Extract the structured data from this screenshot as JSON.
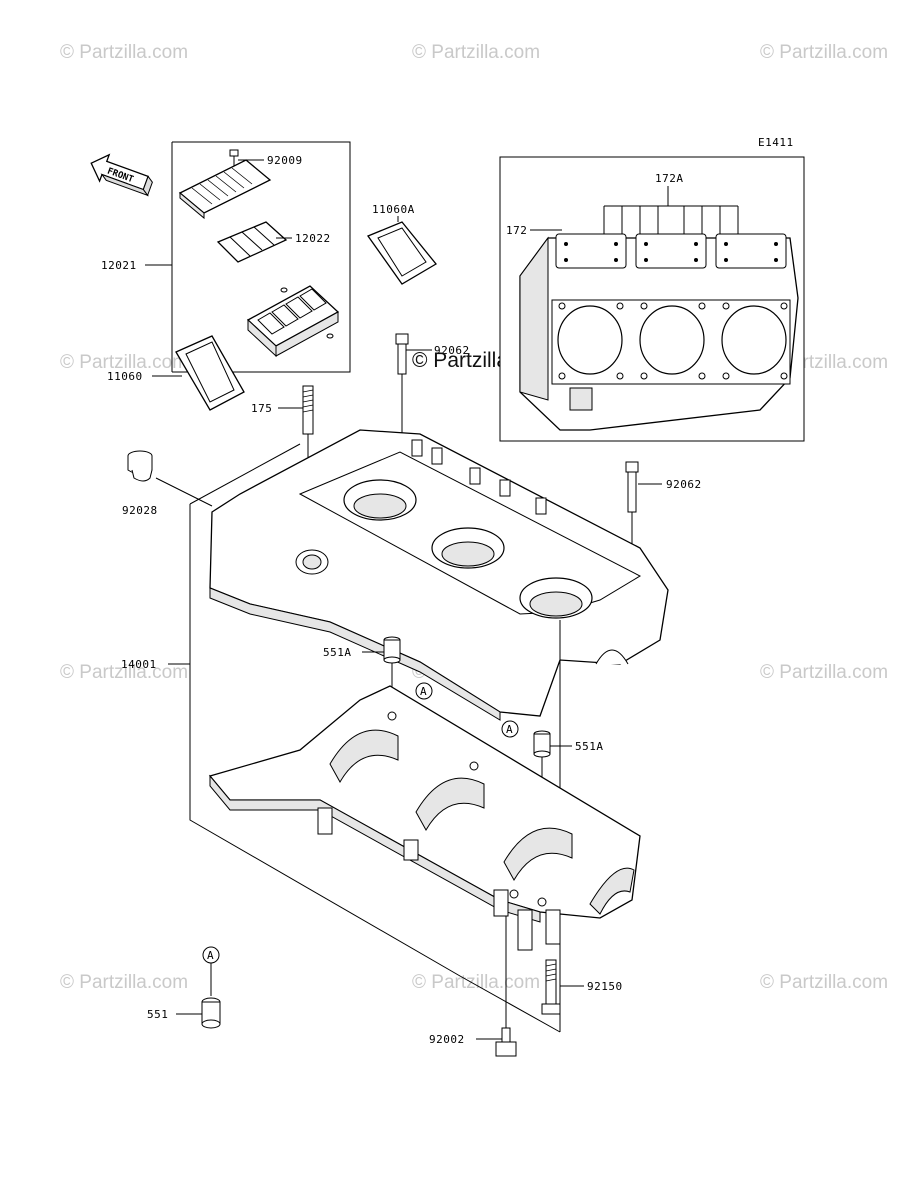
{
  "diagram": {
    "code": "E1411",
    "front_label": "FRONT",
    "callouts": {
      "p92009": "92009",
      "p12022": "12022",
      "p12021": "12021",
      "p11060A": "11060A",
      "p11060": "11060",
      "p92062_top": "92062",
      "p175": "175",
      "p92028": "92028",
      "p92062": "92062",
      "p172A": "172A",
      "p172": "172",
      "p14001": "14001",
      "p551A_left": "551A",
      "p551A_right": "551A",
      "p92150": "92150",
      "p551": "551",
      "p92002": "92002"
    },
    "ref_markers": {
      "a1": "A",
      "a2": "A",
      "a3": "A"
    }
  },
  "watermarks": {
    "text": "© Partzilla.com",
    "center": "© Partzilla.com"
  }
}
